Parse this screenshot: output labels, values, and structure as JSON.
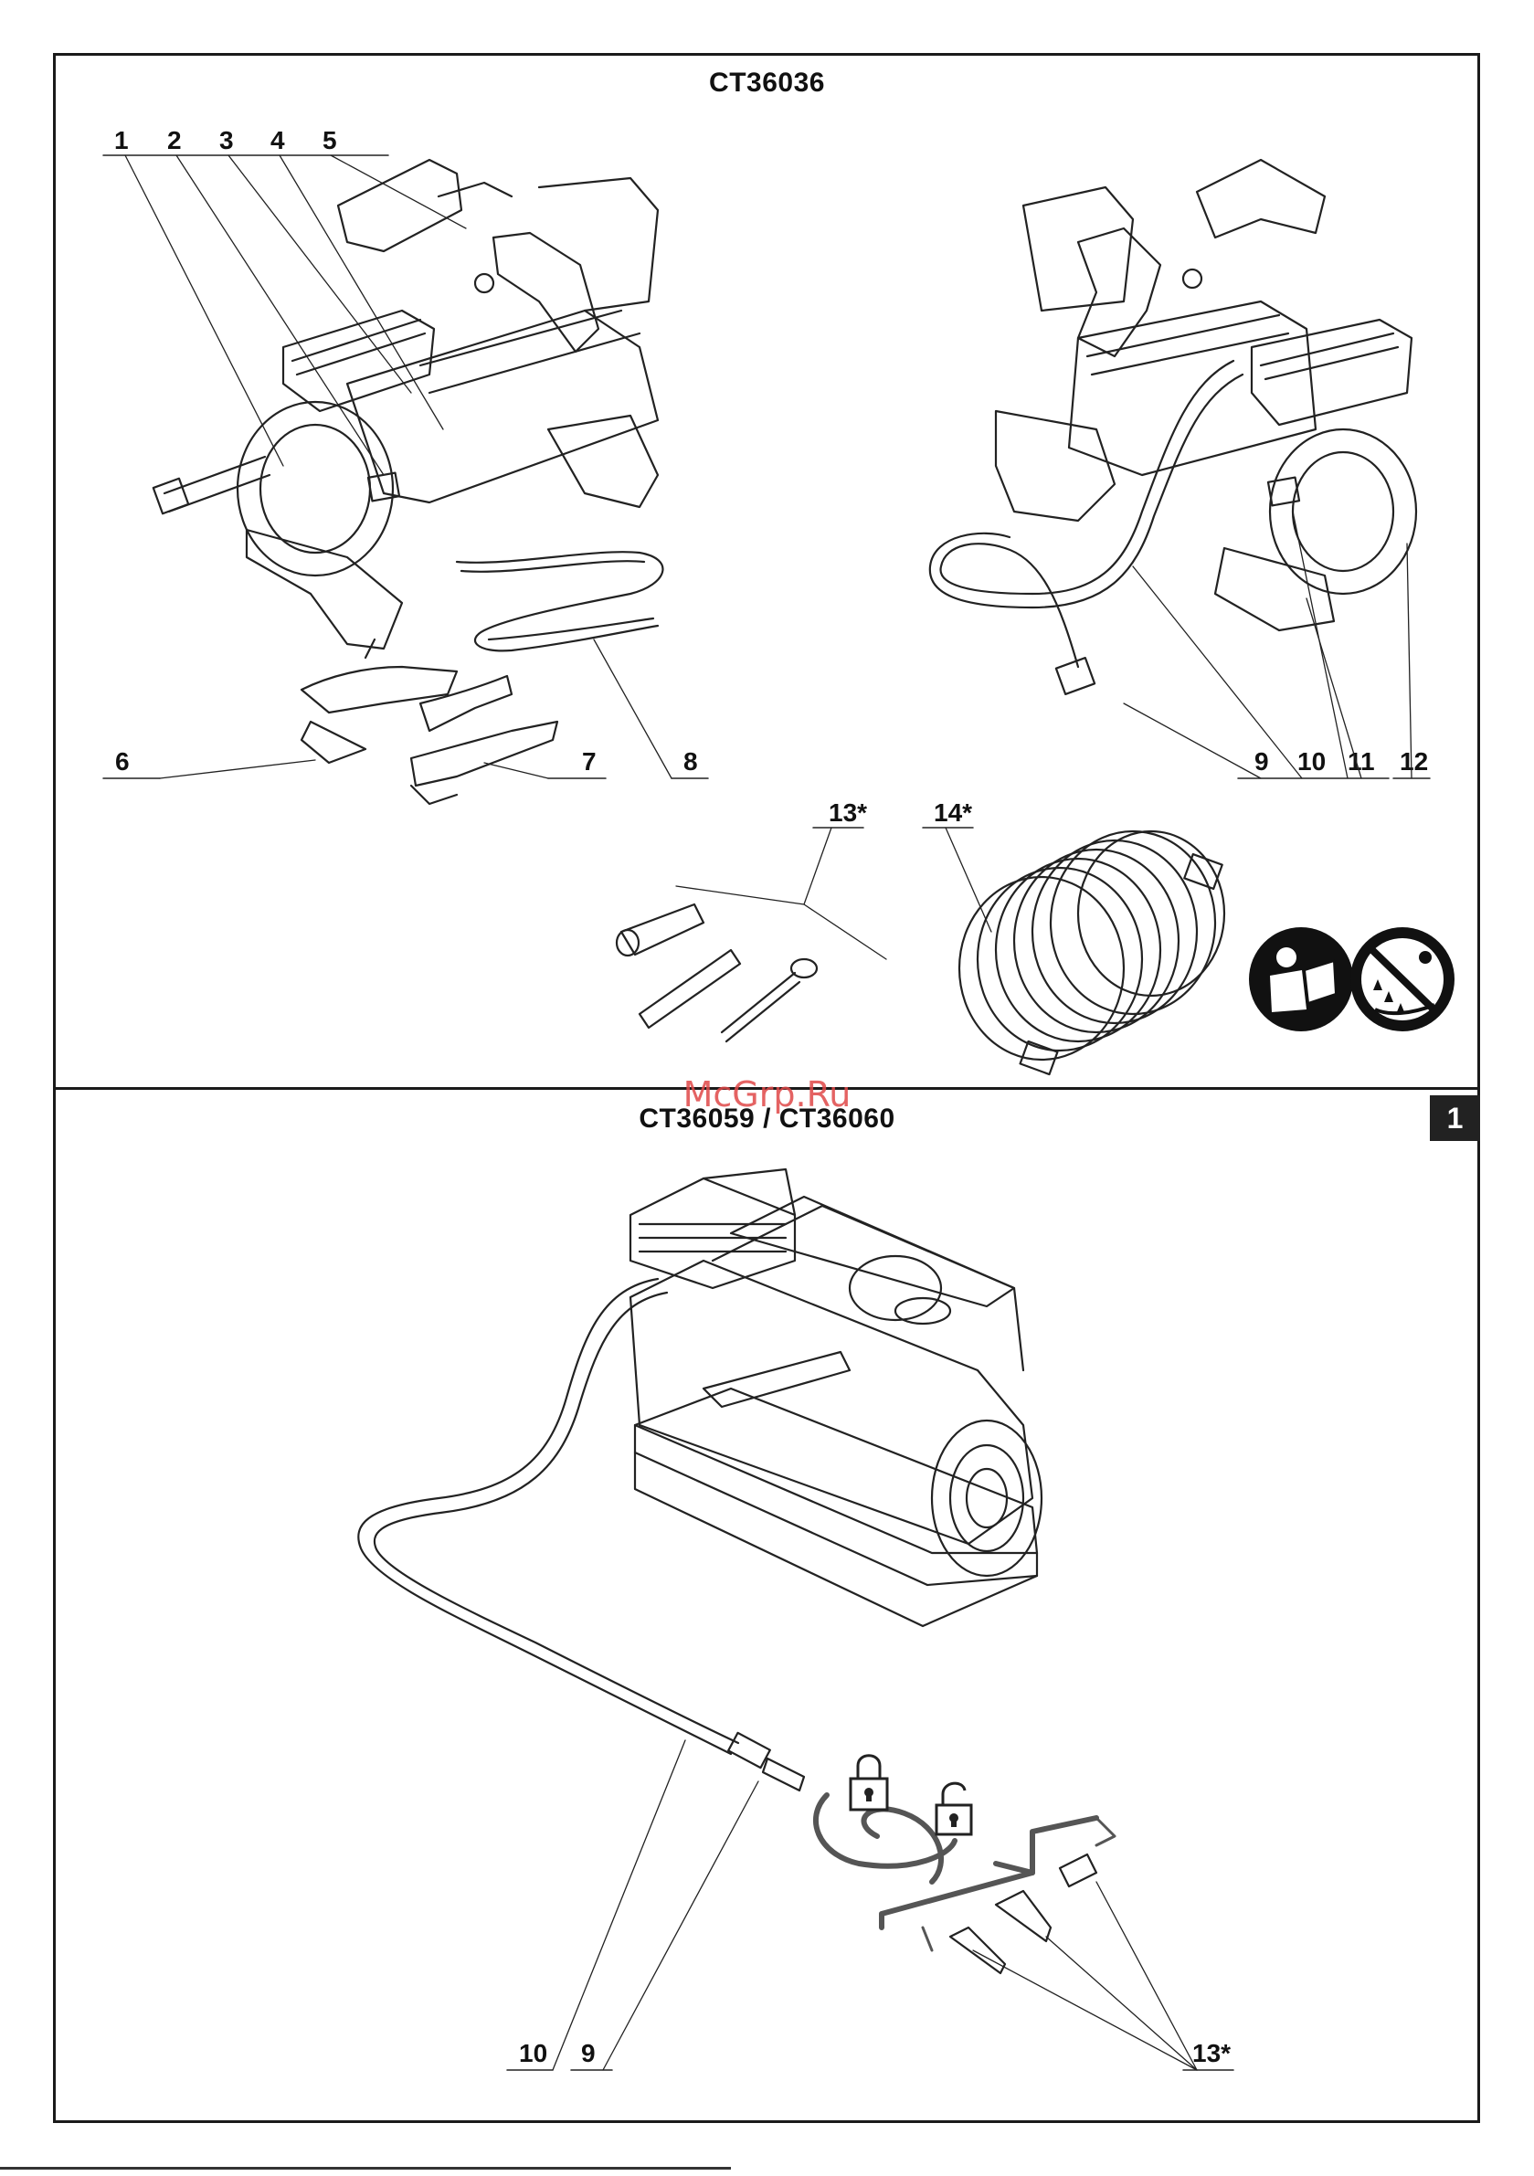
{
  "sections": {
    "top_title": "CT36036",
    "bottom_title": "CT36059 / CT36060"
  },
  "watermark": "McGrp.Ru",
  "page_badge": "1",
  "callouts_top": {
    "c1": "1",
    "c2": "2",
    "c3": "3",
    "c4": "4",
    "c5": "5",
    "c6": "6",
    "c7": "7",
    "c8": "8",
    "c9": "9",
    "c10": "10",
    "c11": "11",
    "c12": "12",
    "c13": "13*",
    "c14": "14*"
  },
  "callouts_bottom": {
    "c10": "10",
    "c9": "9",
    "c13": "13*"
  },
  "icons": [
    "read-manual-icon",
    "no-frost-rain-icon",
    "lock-icon",
    "unlock-icon"
  ]
}
